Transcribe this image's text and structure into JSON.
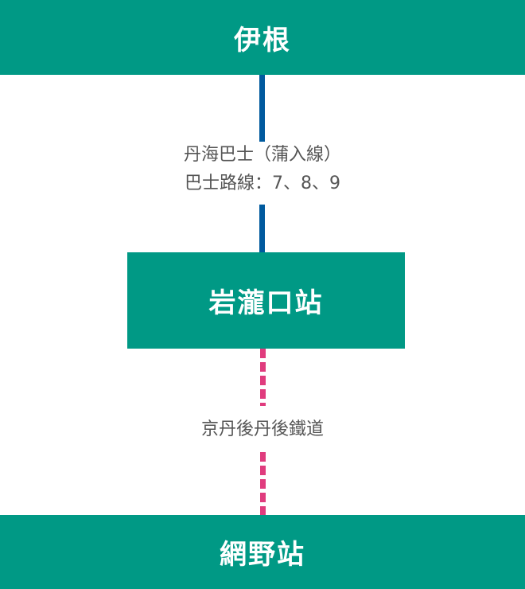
{
  "colors": {
    "station_fill": "#009985",
    "bus_line": "#005a9e",
    "rail_line": "#e03c7e",
    "label_text": "#555555"
  },
  "stations": [
    {
      "name": "伊根"
    },
    {
      "name": "岩瀧口站"
    },
    {
      "name": "網野站"
    }
  ],
  "routes": {
    "bus": {
      "line1": "丹海巴士（蒲入線）",
      "line2": "巴士路線：7、8、9"
    },
    "rail": {
      "line1": "京丹後丹後鐵道"
    }
  }
}
